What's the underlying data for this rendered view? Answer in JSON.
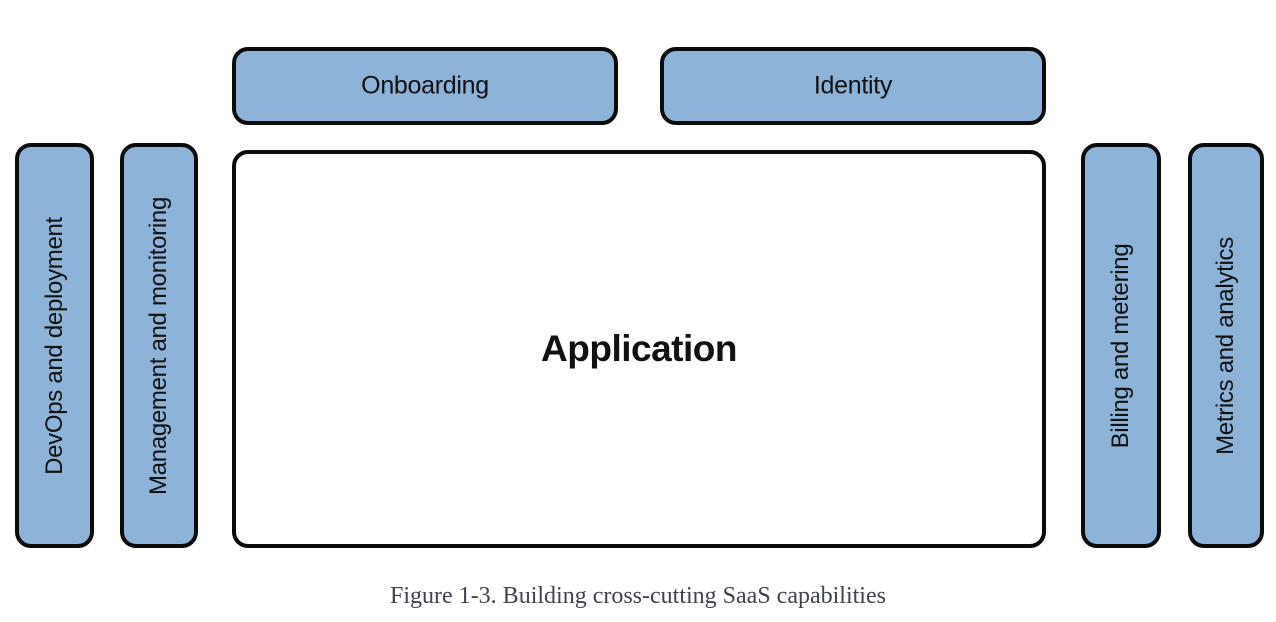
{
  "diagram": {
    "top_boxes": [
      {
        "label": "Onboarding"
      },
      {
        "label": "Identity"
      }
    ],
    "left_bars": [
      {
        "label": "DevOps and deployment"
      },
      {
        "label": "Management and monitoring"
      }
    ],
    "right_bars": [
      {
        "label": "Billing and metering"
      },
      {
        "label": "Metrics and analytics"
      }
    ],
    "center_box": {
      "label": "Application"
    },
    "caption": "Figure 1-3. Building cross-cutting SaaS capabilities",
    "colors": {
      "bar_fill": "#8db3d8",
      "outline": "#0b0b0b",
      "label_text": "#111111",
      "caption_text": "#3e4350"
    }
  }
}
